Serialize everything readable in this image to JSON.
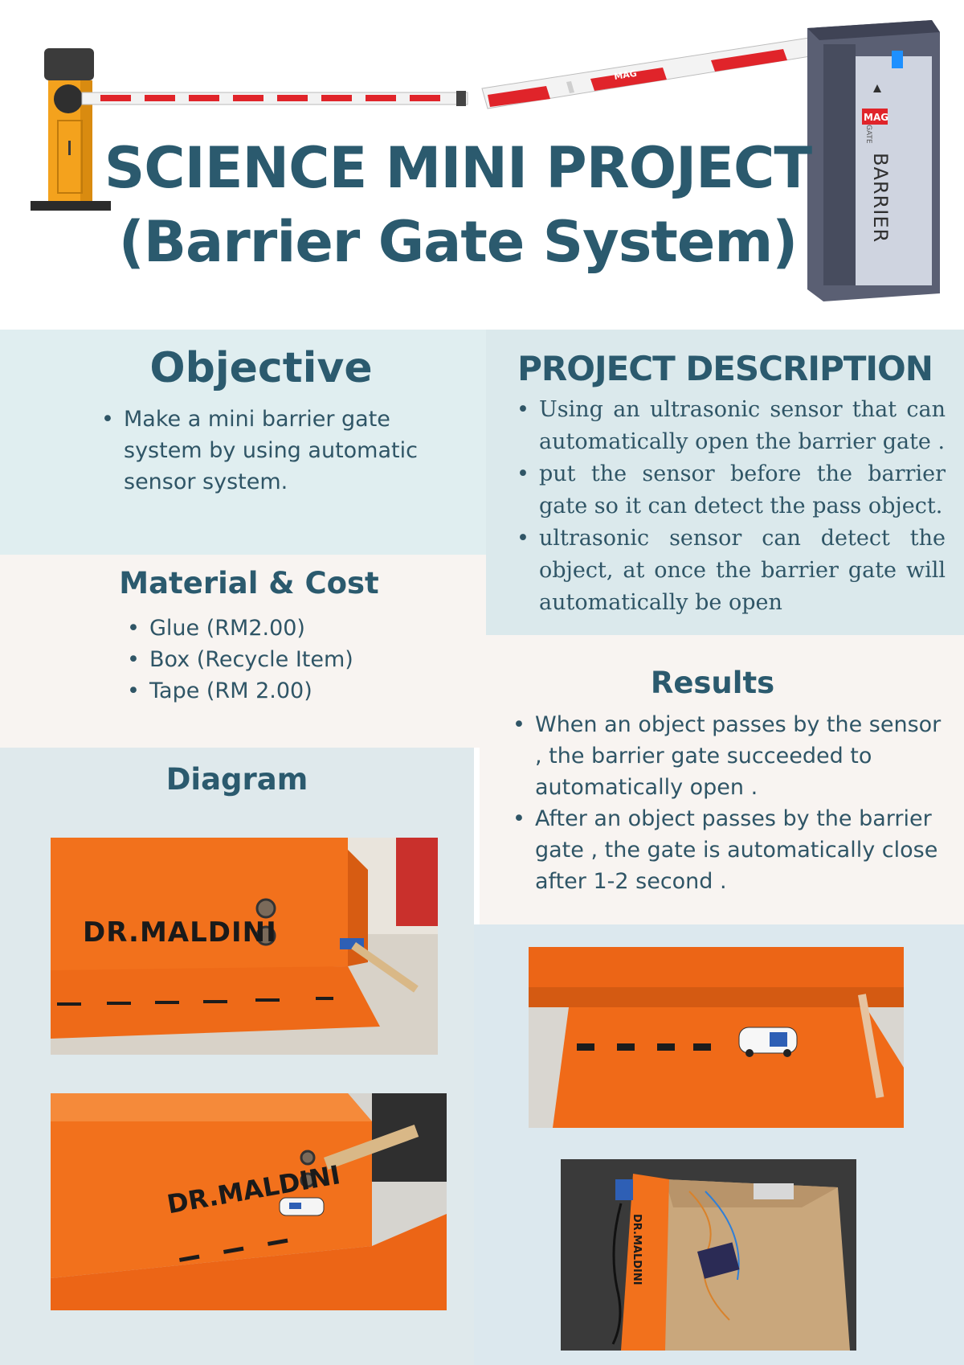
{
  "header": {
    "title_line1": "SCIENCE MINI PROJECT",
    "title_line2": "(Barrier Gate System)",
    "barrier_brand": "MAG",
    "barrier_label": "BARRIER",
    "barrier_sublabel": "GATE"
  },
  "objective": {
    "heading": "Objective",
    "items": [
      "Make a mini barrier gate system by using automatic sensor system."
    ]
  },
  "materials": {
    "heading": "Material & Cost",
    "items": [
      "Glue (RM2.00)",
      "Box (Recycle Item)",
      "Tape (RM 2.00)"
    ]
  },
  "diagram": {
    "heading": "Diagram",
    "box_label": "DR.MALDINI"
  },
  "description": {
    "heading": "PROJECT DESCRIPTION",
    "items": [
      "Using an ultrasonic sensor that can automatically open the barrier gate .",
      "put the sensor before the barrier gate so it can detect the pass object.",
      "ultrasonic sensor can detect the object, at once the barrier gate will automatically be open"
    ]
  },
  "results": {
    "heading": "Results",
    "items": [
      "When an object passes by the sensor , the barrier gate succeeded to automatically open .",
      "After an object passes by the barrier gate , the gate is automatically close after 1-2 second ."
    ]
  },
  "colors": {
    "heading": "#2b5a6e",
    "text": "#2f5566",
    "box_orange": "#f2711c",
    "gate_orange": "#f4a21d",
    "gate_red": "#e0242a",
    "cabinet": "#5a5f73"
  }
}
